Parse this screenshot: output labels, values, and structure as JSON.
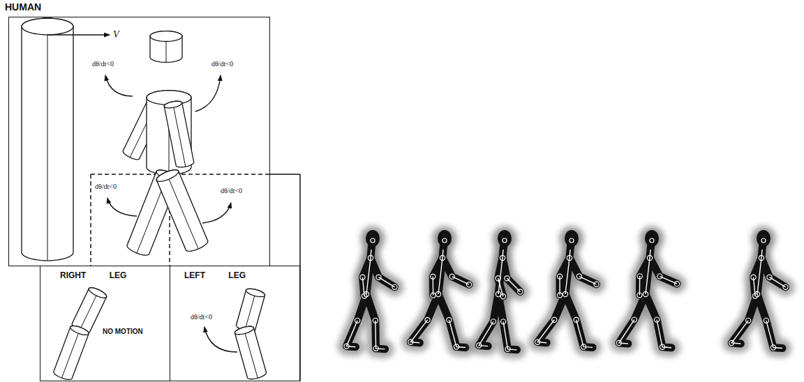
{
  "diagram": {
    "nodes": [
      {
        "text": [
          "HUMAN"
        ]
      },
      {
        "text": [
          "RIGHT LEG",
          "NO MOTION"
        ]
      },
      {
        "text": [
          "LEFT LEG",
          "dθ/dt<0"
        ]
      }
    ],
    "labels": [
      "V",
      "dθ/dt<0",
      "dθ/dt<0",
      "dθ/dt<0",
      "dθ/dt<0"
    ]
  }
}
